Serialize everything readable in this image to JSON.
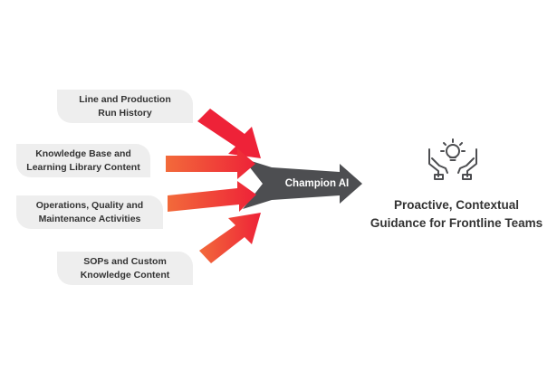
{
  "inputs": [
    {
      "label": "Line and Production\nRun History"
    },
    {
      "label": "Knowledge Base and\nLearning Library Content"
    },
    {
      "label": "Operations, Quality and\nMaintenance Activities"
    },
    {
      "label": "SOPs and Custom\nKnowledge Content"
    }
  ],
  "core": {
    "label": "Champion AI"
  },
  "outcome": {
    "label": "Proactive, Contextual\nGuidance for Frontline Teams",
    "icon": "hands-lightbulb-icon"
  },
  "colors": {
    "arrow_red": "#ee2238",
    "arrow_orange": "#f26a3a",
    "core_arrow": "#4d4e51",
    "box_bg": "#eeeeee",
    "text": "#333333"
  }
}
